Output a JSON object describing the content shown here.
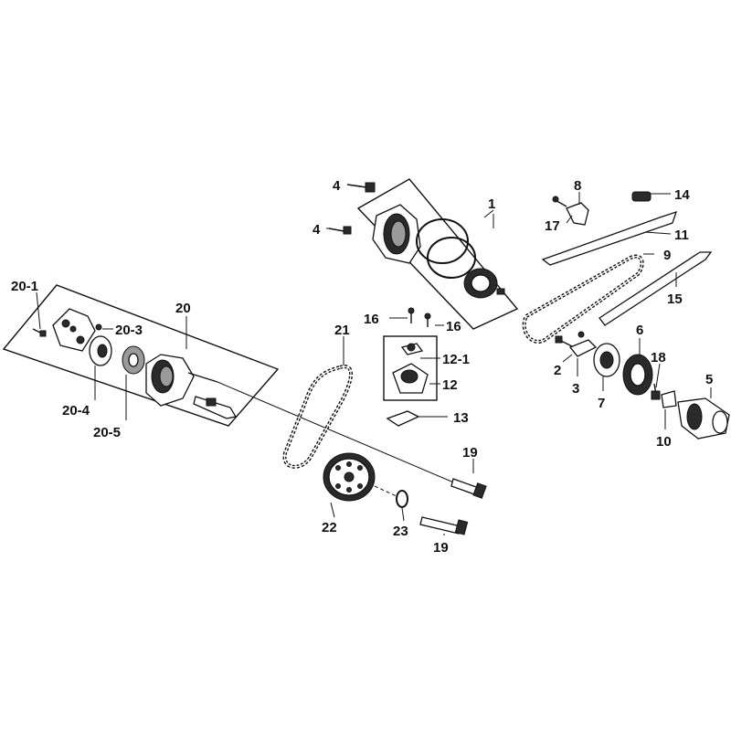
{
  "labels": {
    "p1": "1",
    "p2": "2",
    "p3": "3",
    "p4a": "4",
    "p4b": "4",
    "p5": "5",
    "p6": "6",
    "p7": "7",
    "p8": "8",
    "p9": "9",
    "p10": "10",
    "p11": "11",
    "p12": "12",
    "p12_1": "12-1",
    "p13": "13",
    "p14": "14",
    "p15": "15",
    "p16a": "16",
    "p16b": "16",
    "p17": "17",
    "p18": "18",
    "p19a": "19",
    "p19b": "19",
    "p20": "20",
    "p20_1": "20-1",
    "p20_3": "20-3",
    "p20_4": "20-4",
    "p20_5": "20-5",
    "p21": "21",
    "p22": "22",
    "p23": "23"
  }
}
